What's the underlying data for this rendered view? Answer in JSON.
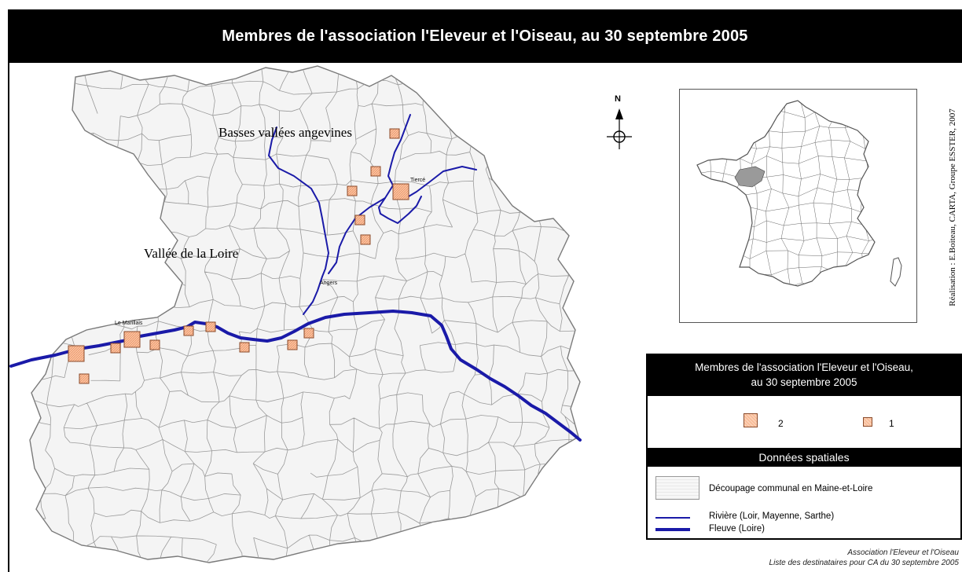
{
  "title": "Membres de l'association l'Eleveur et l'Oiseau, au 30 septembre 2005",
  "region_labels": {
    "basses_vallees": "Basses vallées angevines",
    "vallee_loire": "Vallée de la Loire"
  },
  "towns": {
    "tierce": "Tiercé",
    "angers": "Angers",
    "le_marillais": "Le Marillais"
  },
  "north_arrow": "N",
  "credit": "Réalisation : E.Boiteau, CARTA, Groupe ESSTER, 2007",
  "legend": {
    "members_title_line1": "Membres de l'association l'Eleveur et l'Oiseau,",
    "members_title_line2": "au 30 septembre 2005",
    "symbol_values": [
      "2",
      "1"
    ],
    "spatial_title": "Données spatiales",
    "commune_label": "Découpage communal en Maine-et-Loire",
    "river_label": "Rivière (Loir, Mayenne, Sarthe)",
    "fleuve_label": "Fleuve (Loire)"
  },
  "footer": {
    "line1": "Association l'Eleveur et l'Oiseau",
    "line2": "Liste des destinataires pour CA du 30 septembre 2005"
  },
  "members": [
    {
      "commune": "near Basses vallées angevines",
      "count": 1
    },
    {
      "commune": "north of Tiercé",
      "count": 1
    },
    {
      "commune": "west of Tiercé",
      "count": 1
    },
    {
      "commune": "Tiercé",
      "count": 2
    },
    {
      "commune": "south of Tiercé",
      "count": 1
    },
    {
      "commune": "north of Angers",
      "count": 1
    },
    {
      "commune": "west Loire",
      "count": 2
    },
    {
      "commune": "west Loire south",
      "count": 1
    },
    {
      "commune": "Loire",
      "count": 1
    },
    {
      "commune": "Le Marillais",
      "count": 2
    },
    {
      "commune": "Loire",
      "count": 1
    },
    {
      "commune": "Loire",
      "count": 1
    },
    {
      "commune": "Loire",
      "count": 1
    },
    {
      "commune": "Loire",
      "count": 1
    },
    {
      "commune": "Loire",
      "count": 1
    },
    {
      "commune": "Loire",
      "count": 1
    }
  ],
  "colors": {
    "river": "#1a1aa8",
    "symbol_fill": "#f9c3a2",
    "symbol_border": "#8a4a2a",
    "commune_fill": "#f2f2f2",
    "commune_line": "#8c8c8c"
  }
}
